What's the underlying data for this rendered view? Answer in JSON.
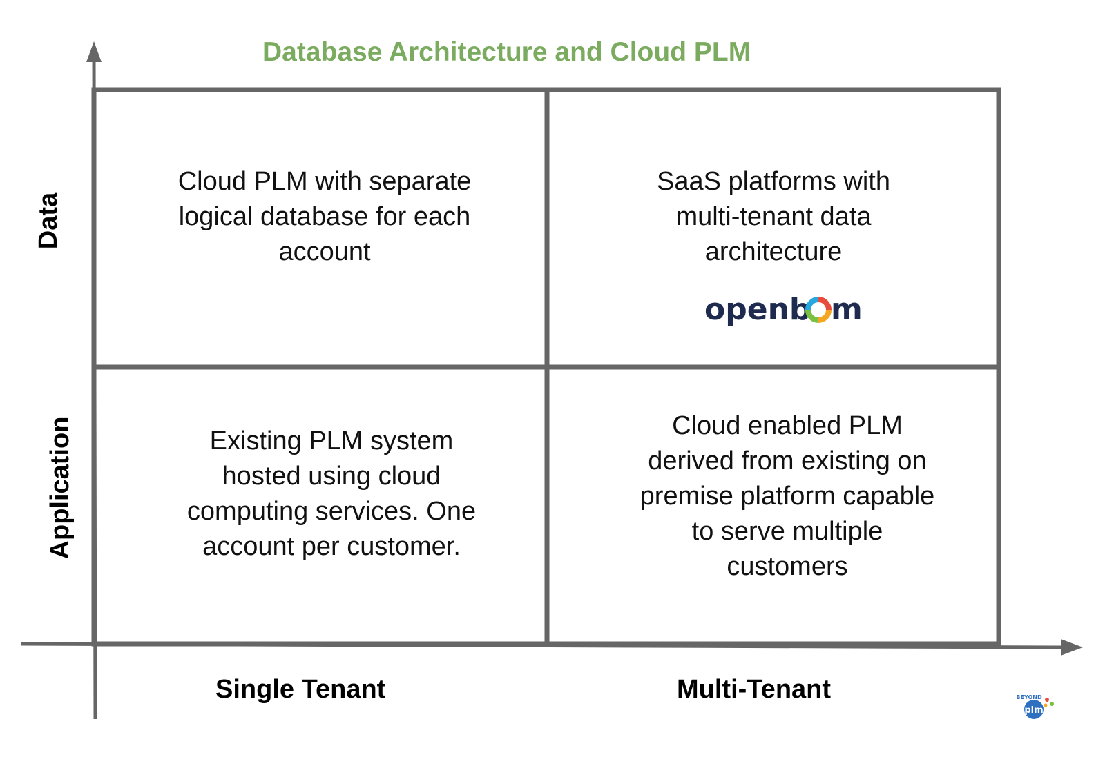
{
  "title": "Database Architecture and Cloud PLM",
  "colors": {
    "title": "#7bab5f",
    "grid_lines": "#666666",
    "openbom_text": "#1e2b4f"
  },
  "y_axis": {
    "labels": [
      "Data",
      "Application"
    ]
  },
  "x_axis": {
    "labels": [
      "Single Tenant",
      "Multi-Tenant"
    ]
  },
  "quadrants": {
    "top_left": {
      "lines": [
        "Cloud PLM with separate",
        "logical database for each",
        "account"
      ]
    },
    "top_right": {
      "lines": [
        "SaaS platforms with",
        "multi-tenant data",
        "architecture"
      ],
      "logo": "openbom"
    },
    "bottom_left": {
      "lines": [
        "Existing PLM system",
        "hosted using cloud",
        "computing services. One",
        "account per customer."
      ]
    },
    "bottom_right": {
      "lines": [
        "Cloud enabled PLM",
        "derived from existing on",
        "premise platform capable",
        "to serve multiple",
        "customers"
      ]
    }
  },
  "watermark": {
    "top": "BEYOND",
    "bottom": "plm"
  }
}
